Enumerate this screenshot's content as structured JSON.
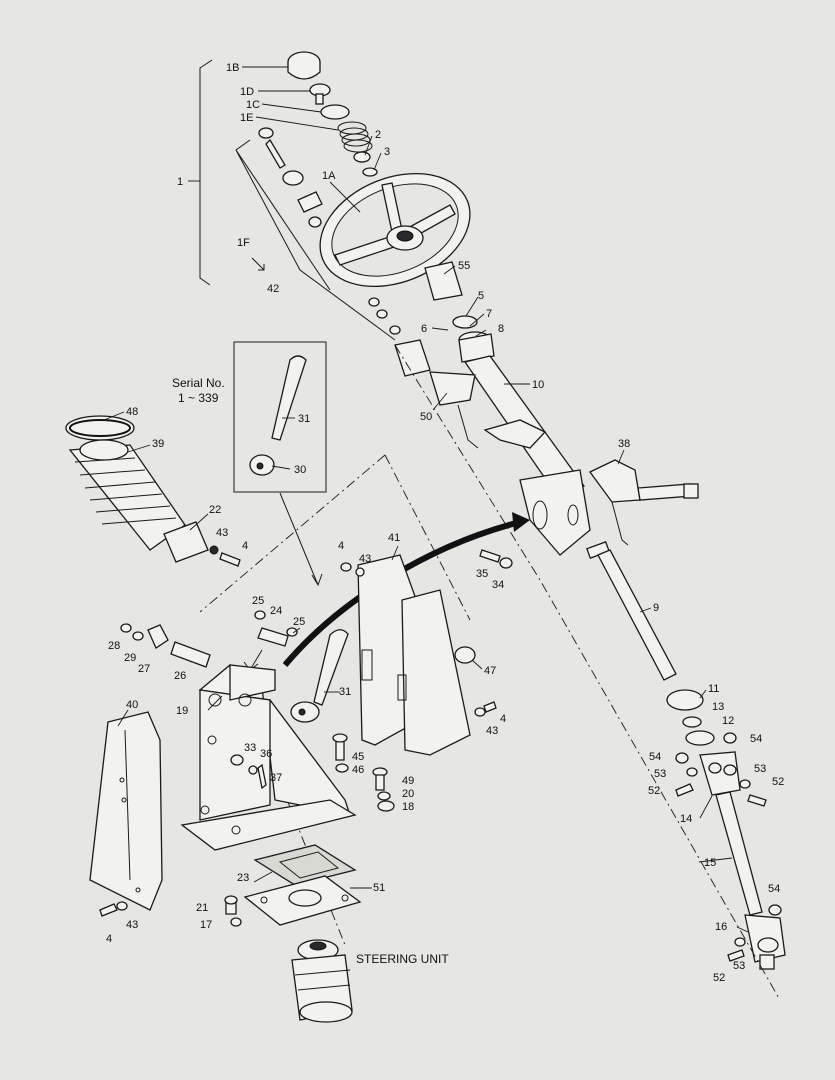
{
  "captions": {
    "serial_label": "Serial No.",
    "serial_range": "1 ~ 339",
    "steering_unit": "STEERING UNIT"
  },
  "callouts": [
    {
      "id": "c1B",
      "text": "1B"
    },
    {
      "id": "c1D",
      "text": "1D"
    },
    {
      "id": "c1C",
      "text": "1C"
    },
    {
      "id": "c1E",
      "text": "1E"
    },
    {
      "id": "c1",
      "text": "1"
    },
    {
      "id": "c1A",
      "text": "1A"
    },
    {
      "id": "c1F",
      "text": "1F"
    },
    {
      "id": "c42",
      "text": "42"
    },
    {
      "id": "c2",
      "text": "2"
    },
    {
      "id": "c3",
      "text": "3"
    },
    {
      "id": "c55",
      "text": "55"
    },
    {
      "id": "c5",
      "text": "5"
    },
    {
      "id": "c7",
      "text": "7"
    },
    {
      "id": "c6",
      "text": "6"
    },
    {
      "id": "c8",
      "text": "8"
    },
    {
      "id": "c10",
      "text": "10"
    },
    {
      "id": "c50",
      "text": "50"
    },
    {
      "id": "c31a",
      "text": "31"
    },
    {
      "id": "c30",
      "text": "30"
    },
    {
      "id": "c48",
      "text": "48"
    },
    {
      "id": "c39",
      "text": "39"
    },
    {
      "id": "c22",
      "text": "22"
    },
    {
      "id": "c43a",
      "text": "43"
    },
    {
      "id": "c4a",
      "text": "4"
    },
    {
      "id": "c38",
      "text": "38"
    },
    {
      "id": "c35",
      "text": "35"
    },
    {
      "id": "c34",
      "text": "34"
    },
    {
      "id": "c4b",
      "text": "4"
    },
    {
      "id": "c43b",
      "text": "43"
    },
    {
      "id": "c41",
      "text": "41"
    },
    {
      "id": "c9",
      "text": "9"
    },
    {
      "id": "c25a",
      "text": "25"
    },
    {
      "id": "c24",
      "text": "24"
    },
    {
      "id": "c25b",
      "text": "25"
    },
    {
      "id": "c28",
      "text": "28"
    },
    {
      "id": "c29",
      "text": "29"
    },
    {
      "id": "c27",
      "text": "27"
    },
    {
      "id": "c26",
      "text": "26"
    },
    {
      "id": "c47",
      "text": "47"
    },
    {
      "id": "c31b",
      "text": "31"
    },
    {
      "id": "c19",
      "text": "19"
    },
    {
      "id": "c40",
      "text": "40"
    },
    {
      "id": "c4c",
      "text": "4"
    },
    {
      "id": "c43c",
      "text": "43"
    },
    {
      "id": "c11",
      "text": "11"
    },
    {
      "id": "c13",
      "text": "13"
    },
    {
      "id": "c12",
      "text": "12"
    },
    {
      "id": "c54a",
      "text": "54"
    },
    {
      "id": "c54b",
      "text": "54"
    },
    {
      "id": "c53a",
      "text": "53"
    },
    {
      "id": "c53b",
      "text": "53"
    },
    {
      "id": "c52a",
      "text": "52"
    },
    {
      "id": "c52b",
      "text": "52"
    },
    {
      "id": "c14",
      "text": "14"
    },
    {
      "id": "c33",
      "text": "33"
    },
    {
      "id": "c36",
      "text": "36"
    },
    {
      "id": "c37",
      "text": "37"
    },
    {
      "id": "c45",
      "text": "45"
    },
    {
      "id": "c46",
      "text": "46"
    },
    {
      "id": "c49",
      "text": "49"
    },
    {
      "id": "c20",
      "text": "20"
    },
    {
      "id": "c18",
      "text": "18"
    },
    {
      "id": "c15",
      "text": "15"
    },
    {
      "id": "c23",
      "text": "23"
    },
    {
      "id": "c51",
      "text": "51"
    },
    {
      "id": "c21",
      "text": "21"
    },
    {
      "id": "c17",
      "text": "17"
    },
    {
      "id": "c4d",
      "text": "4"
    },
    {
      "id": "c43d",
      "text": "43"
    },
    {
      "id": "c54c",
      "text": "54"
    },
    {
      "id": "c16",
      "text": "16"
    },
    {
      "id": "c53c",
      "text": "53"
    },
    {
      "id": "c52c",
      "text": "52"
    }
  ]
}
